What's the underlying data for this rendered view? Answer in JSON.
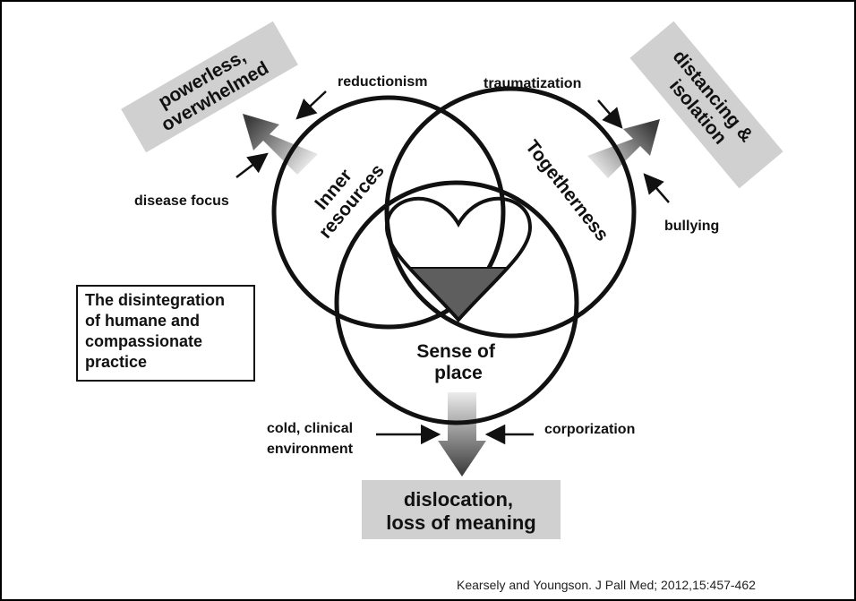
{
  "outcomes": {
    "top_left": [
      "powerless,",
      "overwhelmed"
    ],
    "top_right": [
      "distancing &",
      "isolation"
    ],
    "bottom": [
      "dislocation,",
      "loss of meaning"
    ]
  },
  "forces": {
    "reductionism": "reductionism",
    "disease_focus": "disease focus",
    "traumatization": "traumatization",
    "bullying": "bullying",
    "cold_clinical": [
      "cold, clinical",
      "environment"
    ],
    "corporization": "corporization"
  },
  "circles": {
    "inner_resources": [
      "Inner",
      "resources"
    ],
    "togetherness": "Togetherness",
    "sense_of_place": [
      "Sense of",
      "place"
    ]
  },
  "caption": [
    "The disintegration",
    "of humane and",
    "compassionate",
    "practice"
  ],
  "citation": "Kearsely and Youngson. J Pall Med; 2012,15:457-462",
  "colors": {
    "box_fill": "#d0d0d0",
    "arrow_dark": "#3c3c3c",
    "arrow_light": "#e8e8e8",
    "heart_fill": "#5e5e5e",
    "stroke": "#111111"
  }
}
